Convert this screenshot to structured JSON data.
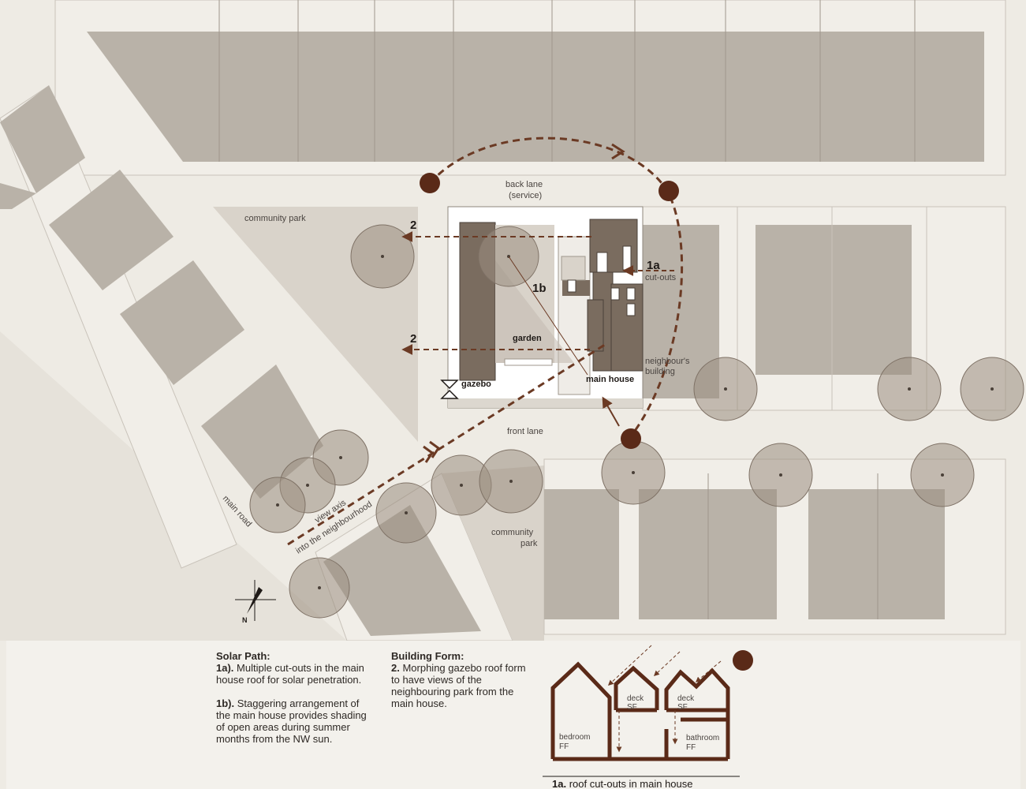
{
  "labels": {
    "back_lane": "back lane",
    "back_lane_sub": "(service)",
    "community_park_top": "community park",
    "community_park_bottom_1": "community",
    "community_park_bottom_2": "park",
    "front_lane": "front lane",
    "main_road": "main road",
    "view_axis_1": "view axis",
    "view_axis_2": "into the neighbourhood",
    "garden": "garden",
    "gazebo": "gazebo",
    "main_house": "main house",
    "neighbour_1": "neighbour's",
    "neighbour_2": "building",
    "cutouts_num": "1a",
    "cutouts": "cut-outs",
    "stagger_num": "1b",
    "gazebo_view_num_top": "2",
    "gazebo_view_num_bottom": "2",
    "north": "N"
  },
  "legend": {
    "solar_title": "Solar Path:",
    "solar_1a_num": "1a).",
    "solar_1a_text": " Multiple cut-outs in the main house roof for solar penetration.",
    "solar_1b_num": "1b).",
    "solar_1b_text": " Staggering arrangement of the main house provides shading of open areas during summer months from the NW sun.",
    "form_title": "Building Form:",
    "form_2_num": "2.",
    "form_2_text": " Morphing gazebo roof form to have views of the neighbouring park from the main house."
  },
  "section": {
    "deck_left": "deck",
    "deck_left_sub": "SF",
    "deck_right": "deck",
    "deck_right_sub": "SF",
    "bedroom": "bedroom",
    "bedroom_sub": "FF",
    "bathroom": "bathroom",
    "bathroom_sub": "FF",
    "caption_num": "1a.",
    "caption_text": " roof cut-outs in main house"
  },
  "colors": {
    "background": "#eeebe4",
    "lot": "#b9b2a8",
    "tree": "#9b8e80",
    "sun": "#5a2a18",
    "arrow": "#6b3a24",
    "roof": "#6e6257"
  }
}
